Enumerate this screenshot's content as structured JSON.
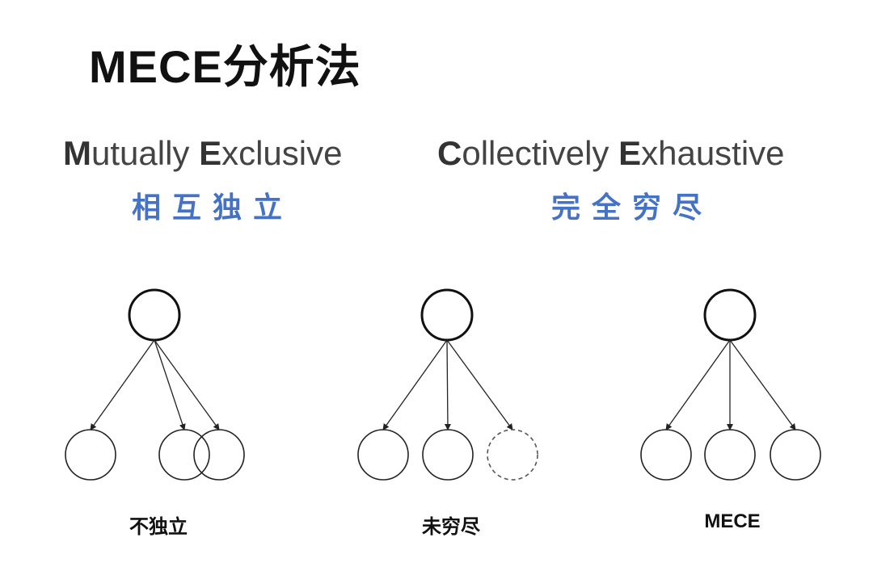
{
  "title": "MECE分析法",
  "left_heading": {
    "first_letter_1": "M",
    "rest_1": "utually ",
    "first_letter_2": "E",
    "rest_2": "xclusive",
    "chinese": "相互独立"
  },
  "right_heading": {
    "first_letter_1": "C",
    "rest_1": "ollectively ",
    "first_letter_2": "E",
    "rest_2": "xhaustive",
    "chinese": "完全穷尽"
  },
  "diagrams": [
    {
      "label": "不独立",
      "children": 3,
      "overlapping": true,
      "dashed_child": false
    },
    {
      "label": "未穷尽",
      "children": 3,
      "overlapping": false,
      "dashed_child": true
    },
    {
      "label": "MECE",
      "children": 3,
      "overlapping": false,
      "dashed_child": false
    }
  ],
  "colors": {
    "accent": "#4472c4",
    "text": "#111111"
  }
}
